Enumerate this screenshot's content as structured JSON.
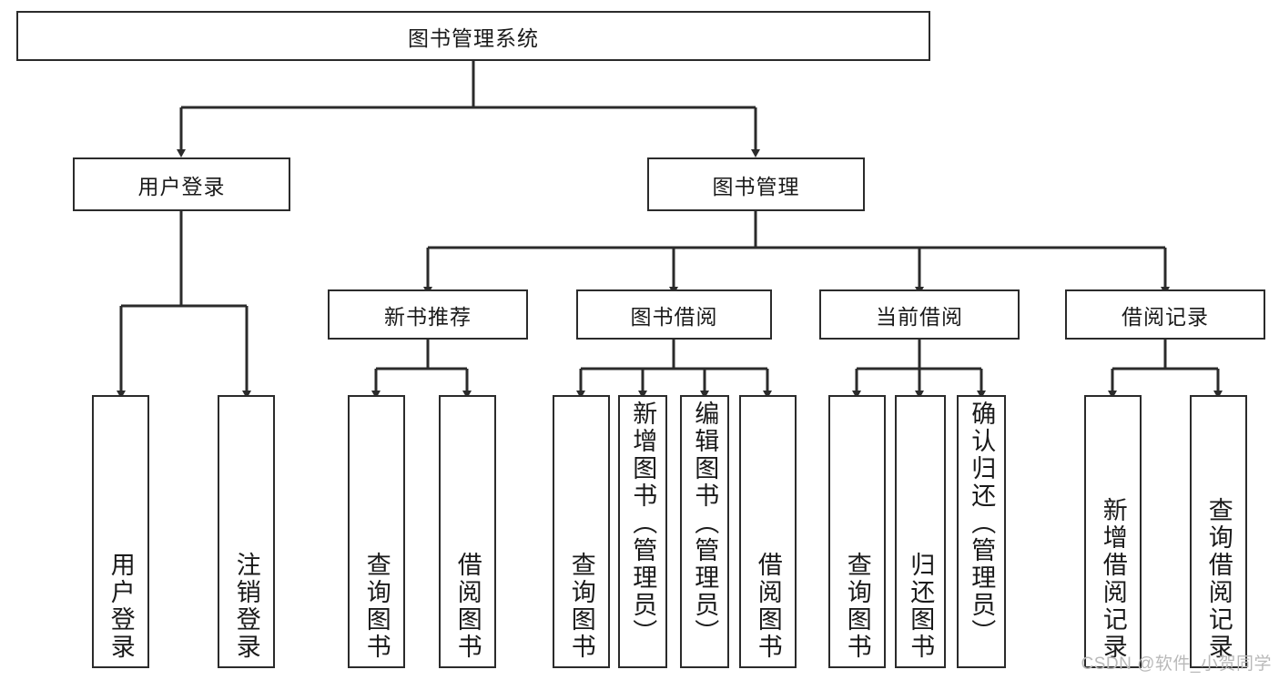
{
  "diagram": {
    "title": "图书管理系统",
    "type": "hierarchy-tree",
    "stroke_color": "#2b2b2b",
    "background_color": "#ffffff",
    "text_color": "#1a1a1a"
  },
  "nodes": {
    "root": {
      "label": "图书管理系统"
    },
    "tier1": [
      {
        "label": "用户登录"
      },
      {
        "label": "图书管理"
      }
    ],
    "tier2": [
      {
        "label": "新书推荐"
      },
      {
        "label": "图书借阅"
      },
      {
        "label": "当前借阅"
      },
      {
        "label": "借阅记录"
      }
    ],
    "leaves": {
      "user_login": [
        {
          "label": "用户登录"
        },
        {
          "label": "注销登录"
        }
      ],
      "new_book_recommend": [
        {
          "label": "查询图书"
        },
        {
          "label": "借阅图书"
        }
      ],
      "book_borrow": [
        {
          "label": "查询图书"
        },
        {
          "label": "新增图书（管理员）"
        },
        {
          "label": "编辑图书（管理员）"
        },
        {
          "label": "借阅图书"
        }
      ],
      "current_borrow": [
        {
          "label": "查询图书"
        },
        {
          "label": "归还图书"
        },
        {
          "label": "确认归还（管理员）"
        }
      ],
      "borrow_record": [
        {
          "label": "新增借阅记录"
        },
        {
          "label": "查询借阅记录"
        }
      ]
    }
  },
  "watermark": {
    "text": "CSDN @软件_小贺同学",
    "color": "#b9b9b9"
  }
}
